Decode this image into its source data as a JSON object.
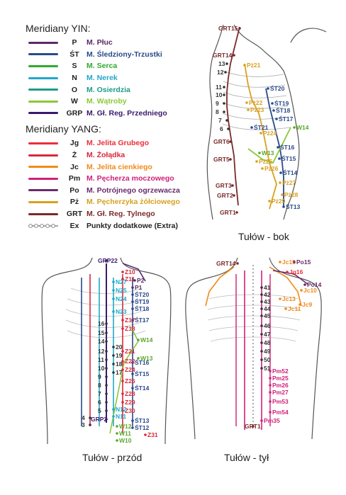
{
  "legend": {
    "yin_title": "Meridiany YIN:",
    "yang_title": "Meridiany YANG:",
    "yin": [
      {
        "abbr": "P",
        "name": "M. Płuc",
        "color": "#5a2a6a"
      },
      {
        "abbr": "ŚT",
        "name": "M. Śledziony-Trzustki",
        "color": "#2a4a8a"
      },
      {
        "abbr": "S",
        "name": "M. Serca",
        "color": "#2faa2f"
      },
      {
        "abbr": "N",
        "name": "M. Nerek",
        "color": "#1fa8c8"
      },
      {
        "abbr": "O",
        "name": "M. Osierdzia",
        "color": "#1f9a8a"
      },
      {
        "abbr": "W",
        "name": "M. Wątroby",
        "color": "#8ac83a"
      },
      {
        "abbr": "GRP",
        "name": "M. Gł. Reg. Przedniego",
        "color": "#3a1a6a"
      }
    ],
    "yang": [
      {
        "abbr": "Jg",
        "name": "M. Jelita Grubego",
        "color": "#e8303a"
      },
      {
        "abbr": "Ż",
        "name": "M. Żołądka",
        "color": "#d8283a"
      },
      {
        "abbr": "Jc",
        "name": "M. Jelita cienkiego",
        "color": "#f08a1a"
      },
      {
        "abbr": "Pm",
        "name": "M. Pęcherza moczowego",
        "color": "#d0207a"
      },
      {
        "abbr": "Po",
        "name": "M. Potrójnego ogrzewacza",
        "color": "#6a2a6a"
      },
      {
        "abbr": "Pż",
        "name": "M. Pęcherzyka żółciowego",
        "color": "#d8a020"
      },
      {
        "abbr": "GRT",
        "name": "M. Gł. Reg. Tylnego",
        "color": "#7a2a2a"
      },
      {
        "abbr": "Ex",
        "name": "Punkty dodatkowe (Extra)",
        "color": "#888888"
      }
    ]
  },
  "captions": {
    "side": "Tułów - bok",
    "front": "Tułów - przód",
    "back": "Tułów - tył"
  },
  "side_points": [
    "GRT15",
    "GRT14",
    "GRT6",
    "GRT5",
    "GRT3",
    "GRT2",
    "GRT1",
    "13",
    "12",
    "11",
    "10",
    "9",
    "8",
    "7",
    "6",
    "Pż21",
    "Pż22",
    "Pż23",
    "Pż24",
    "Pż25",
    "Pż26",
    "Pż27",
    "Pż28",
    "Pż29",
    "ŚT20",
    "ŚT19",
    "ŚT18",
    "ŚT17",
    "ŚT21",
    "ŚT16",
    "ŚT15",
    "ŚT14",
    "ŚT13",
    "W13",
    "W14"
  ],
  "front_points": [
    "GRP22",
    "Z10",
    "Z11",
    "P2",
    "P1",
    "ŚT20",
    "ŚT19",
    "ŚT18",
    "ŚT17",
    "N27",
    "N25",
    "N24",
    "N23",
    "Z17",
    "Z18",
    "16",
    "15",
    "W14",
    "W13",
    "ŚT16",
    "ŚT15",
    "ŚT14",
    "ŚT13",
    "ŚT12",
    "20",
    "19",
    "18",
    "17",
    "Z21",
    "Z22",
    "Z24",
    "Z26",
    "Z28",
    "Z29",
    "Z30",
    "Z31",
    "GRP2",
    "W12",
    "W11",
    "W10",
    "N11",
    "N12",
    "14",
    "12",
    "11",
    "10",
    "9",
    "8",
    "7",
    "6",
    "5",
    "4",
    "3"
  ],
  "back_points": [
    "GRT14",
    "Jc15",
    "Po15",
    "Jg16",
    "Po14",
    "Jc10",
    "Jc9",
    "Jc11",
    "Jc13",
    "41",
    "42",
    "43",
    "44",
    "45",
    "46",
    "47",
    "48",
    "49",
    "50",
    "51",
    "Pm52",
    "Pm25",
    "Pm26",
    "Pm27",
    "Pm53",
    "Pm54",
    "Pm35",
    "GRT1"
  ]
}
